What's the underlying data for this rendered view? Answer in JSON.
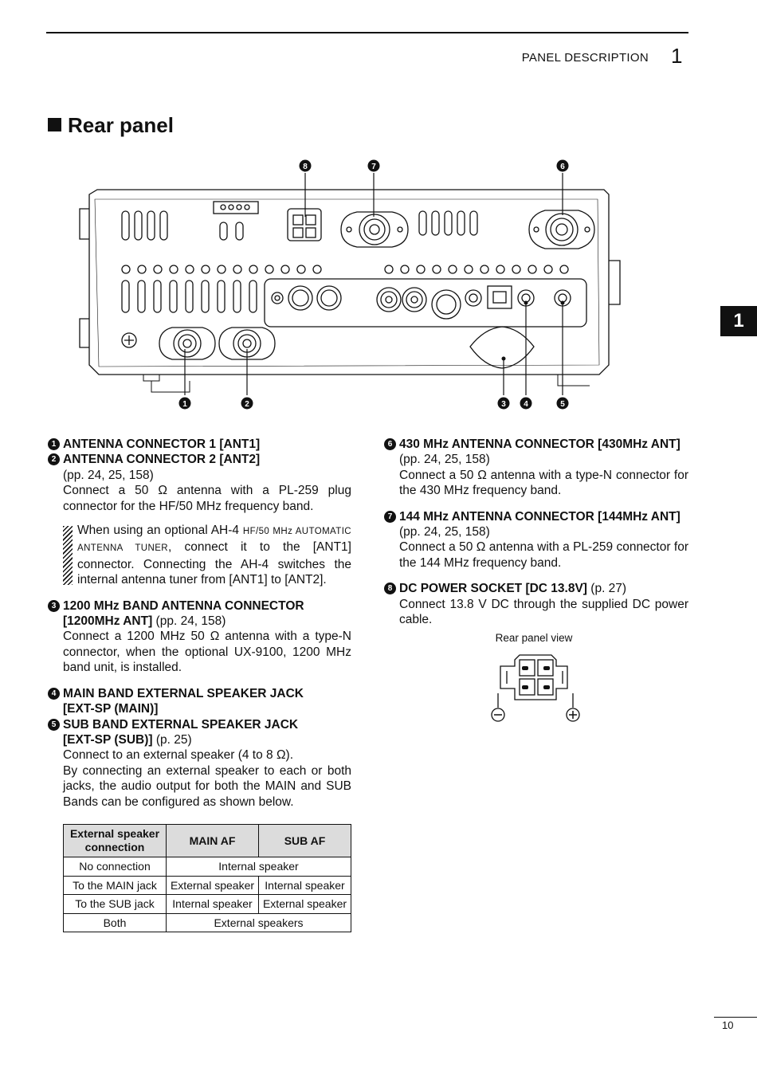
{
  "header": {
    "section": "PANEL DESCRIPTION",
    "chapter": "1"
  },
  "title": "Rear panel",
  "chapter_tab": "1",
  "page_number": "10",
  "diagram": {
    "callouts": [
      "1",
      "2",
      "3",
      "4",
      "5",
      "6",
      "7",
      "8"
    ],
    "power_view_label": "Rear panel view",
    "minus": "−",
    "plus": "+"
  },
  "items": {
    "i1_head": "ANTENNA CONNECTOR 1 [ANT1]",
    "i2_head": "ANTENNA CONNECTOR 2 [ANT2]",
    "i12_ref": "(pp. 24, 25, 158)",
    "i12_body": "Connect a 50 Ω antenna with a PL-259 plug connector for the HF/50 MHz frequency band.",
    "note_a": "When using an optional AH-4 ",
    "note_sc": "HF/50 MHz AUTOMATIC ANTENNA TUNER",
    "note_b": ", connect it to the [ANT1] connector. Connecting the AH-4 switches the internal antenna tuner from [ANT1] to [ANT2].",
    "i3_head1": "1200 MHz BAND ANTENNA CONNECTOR",
    "i3_head2": "[1200MHz ANT]",
    "i3_ref": " (pp. 24, 158)",
    "i3_body": "Connect a 1200 MHz 50 Ω antenna with a type-N connector, when the optional UX-9100, 1200 MHz band unit, is installed.",
    "i4_head1": "MAIN BAND EXTERNAL SPEAKER JACK",
    "i4_head2": "[EXT-SP (MAIN)]",
    "i5_head1": "SUB BAND EXTERNAL SPEAKER JACK",
    "i5_head2": "[EXT-SP (SUB)]",
    "i5_ref": " (p. 25)",
    "i45_body1": "Connect to an external speaker (4 to 8 Ω).",
    "i45_body2": "By connecting an external speaker to each or both jacks, the audio output for both the MAIN and SUB Bands can be configured as shown below.",
    "i6_head": "430 MHz ANTENNA CONNECTOR [430MHz ANT]",
    "i6_ref": "(pp. 24, 25, 158)",
    "i6_body": "Connect a 50 Ω antenna with a type-N connector for the 430 MHz frequency band.",
    "i7_head": "144 MHz ANTENNA CONNECTOR [144MHz ANT]",
    "i7_ref": "(pp. 24, 25, 158)",
    "i7_body": "Connect a 50 Ω antenna with a PL-259 connector for the 144 MHz frequency band.",
    "i8_head": "DC POWER SOCKET [DC 13.8V]",
    "i8_ref": " (p. 27)",
    "i8_body": "Connect 13.8 V DC through the supplied DC power cable."
  },
  "table": {
    "h1a": "External speaker",
    "h1b": "connection",
    "h2": "MAIN AF",
    "h3": "SUB AF",
    "r1c1": "No connection",
    "r1c2": "Internal speaker",
    "r2c1": "To the MAIN jack",
    "r2c2": "External speaker",
    "r2c3": "Internal speaker",
    "r3c1": "To the SUB jack",
    "r3c2": "Internal speaker",
    "r3c3": "External speaker",
    "r4c1": "Both",
    "r4c2": "External speakers"
  }
}
